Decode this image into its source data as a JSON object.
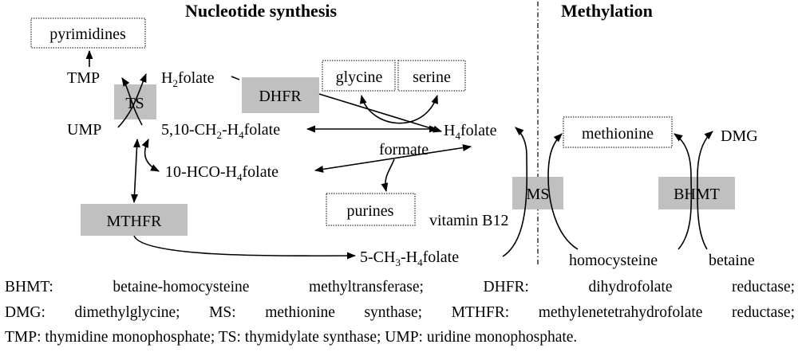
{
  "headers": {
    "nucleotide": "Nucleotide synthesis",
    "methylation": "Methylation"
  },
  "enzymes": {
    "ts": "TS",
    "dhfr": "DHFR",
    "mthfr": "MTHFR",
    "ms": "MS",
    "bhmt": "BHMT"
  },
  "products": {
    "pyrimidines": "pyrimidines",
    "glycine": "glycine",
    "serine": "serine",
    "purines": "purines",
    "methionine": "methionine"
  },
  "metabolites": {
    "tmp": "TMP",
    "ump": "UMP",
    "h2folate_pre": "H",
    "h2folate_sub": "2",
    "h2folate_post": "folate",
    "ch2_a": "5,10-CH",
    "ch2_s1": "2",
    "ch2_b": "-H",
    "ch2_s2": "4",
    "ch2_c": "folate",
    "hco_a": "10-HCO-H",
    "hco_s": "4",
    "hco_b": "folate",
    "h4_pre": "H",
    "h4_sub": "4",
    "h4_post": "folate",
    "formate": "formate",
    "ch3_a": "5-CH",
    "ch3_s1": "3",
    "ch3_b": "-H",
    "ch3_s2": "4",
    "ch3_c": "folate",
    "vitamin_b12": "vitamin B12",
    "dmg": "DMG",
    "homocysteine": "homocysteine",
    "betaine": "betaine"
  },
  "legend": {
    "line1": [
      "BHMT:",
      "betaine-homocysteine",
      "methyltransferase;",
      "DHFR:",
      "dihydrofolate",
      "reductase;"
    ],
    "line2": [
      "DMG:",
      "dimethylglycine;",
      "MS:",
      "methionine",
      "synthase;",
      "MTHFR:",
      "methylenetetrahydrofolate",
      "reductase;"
    ],
    "line3": "TMP: thymidine monophosphate; TS: thymidylate synthase; UMP: uridine monophosphate."
  }
}
